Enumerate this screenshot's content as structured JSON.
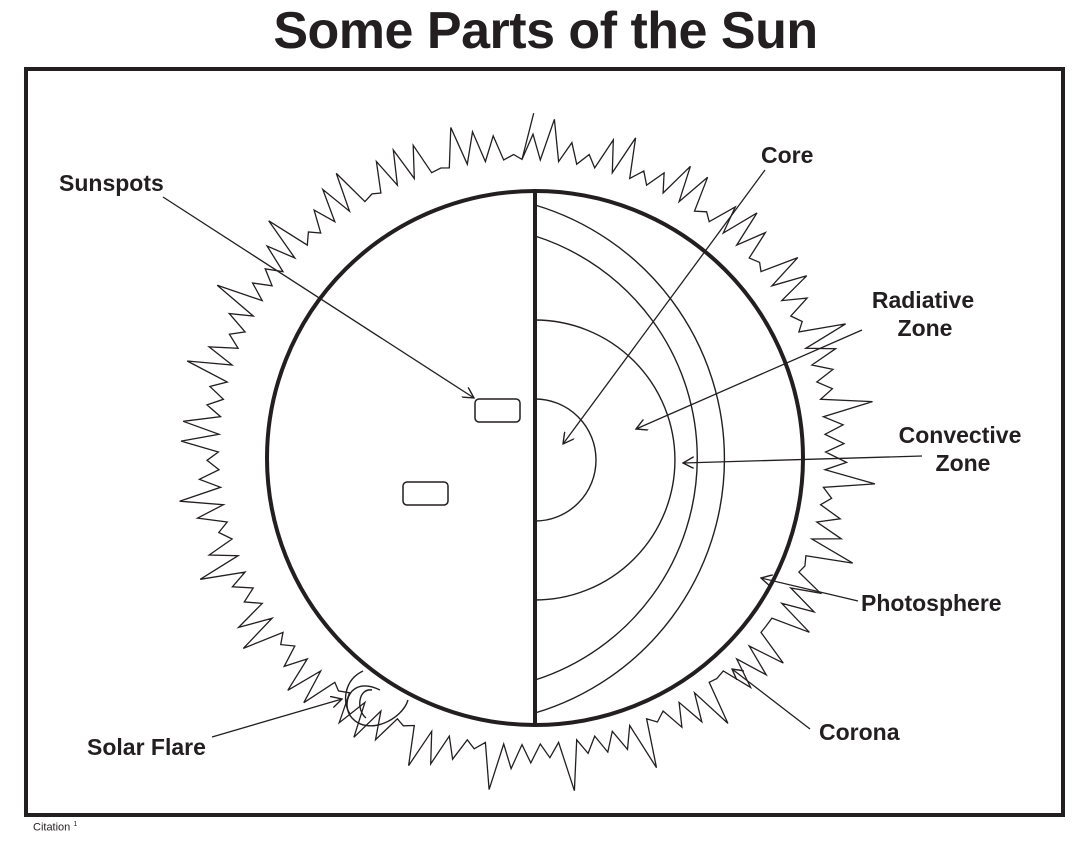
{
  "title": "Some Parts of the Sun",
  "labels": {
    "sunspots": "Sunspots",
    "core": "Core",
    "radiative_line1": "Radiative",
    "radiative_line2": "Zone",
    "convective_line1": "Convective",
    "convective_line2": "Zone",
    "photosphere": "Photosphere",
    "corona": "Corona",
    "solar_flare": "Solar Flare"
  },
  "citation": {
    "text": "Citation",
    "note": "1"
  },
  "colors": {
    "ink": "#231f20",
    "background": "#ffffff"
  }
}
